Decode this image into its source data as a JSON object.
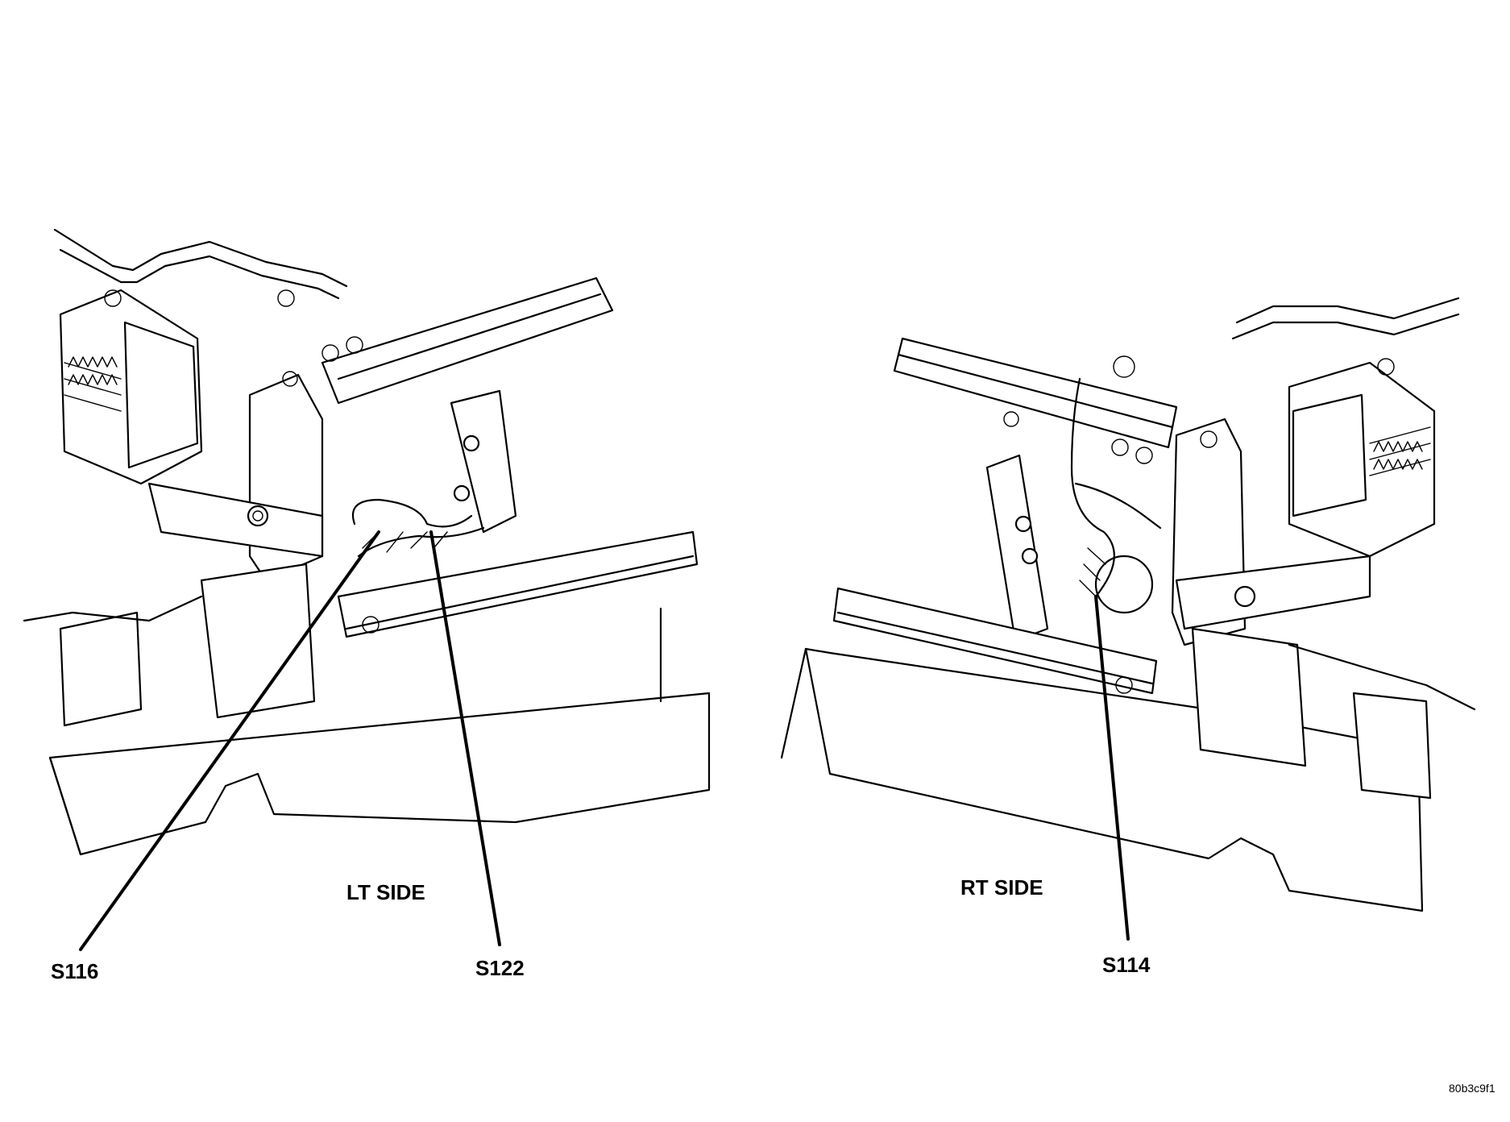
{
  "labels": {
    "lt_side": "LT SIDE",
    "rt_side": "RT SIDE",
    "s116": "S116",
    "s122": "S122",
    "s114": "S114",
    "figure_ref": "80b3c9f1"
  }
}
